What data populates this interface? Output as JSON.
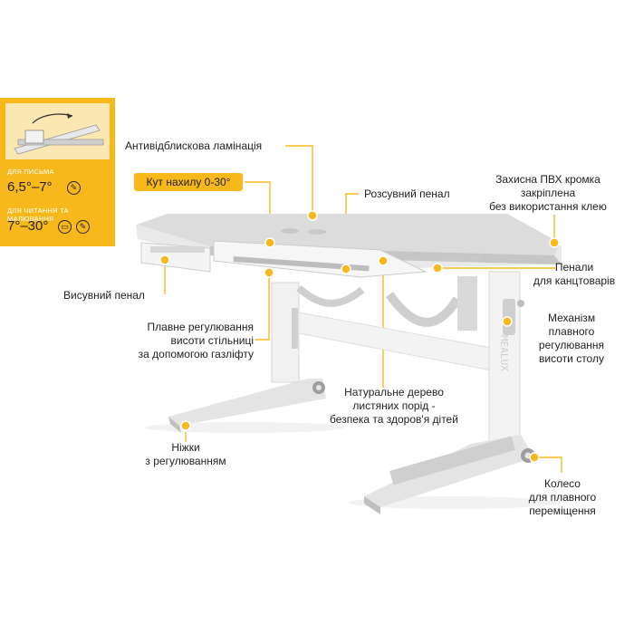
{
  "panel": {
    "writing_caption": "для письма",
    "writing_angle": "6,5°–7°",
    "reading_caption": "для читання та малювання",
    "reading_angle": "7°–30°"
  },
  "labels": {
    "anti_glare": "Антивідблискова ламінація",
    "tilt_angle": "Кут нахилу 0-30°",
    "sliding_case": "Розсувний пенал",
    "pvc_edge": [
      "Захисна ПВХ кромка",
      "закріплена",
      "без використання клею"
    ],
    "pull_out_case": "Висувний пенал",
    "stationery_cases": [
      "Пенали",
      "для канцтоварів"
    ],
    "gaslift": [
      "Плавне регулювання",
      "висоти стільниці",
      "за допомогою газліфту"
    ],
    "mechanism": [
      "Механізм",
      "плавного",
      "регулювання",
      "висоти столу"
    ],
    "natural_wood": [
      "Натуральне дерево",
      "листяних порід -",
      "безпека та здоров'я дітей"
    ],
    "adjustable_legs": [
      "Ніжки",
      "з регулюванням"
    ],
    "wheel": [
      "Колесо",
      "для плавного",
      "переміщення"
    ]
  },
  "brand": "MEALUX",
  "colors": {
    "accent": "#f7b81c",
    "frame": "#e9e9ea",
    "desktop": "#dcdcdc"
  }
}
